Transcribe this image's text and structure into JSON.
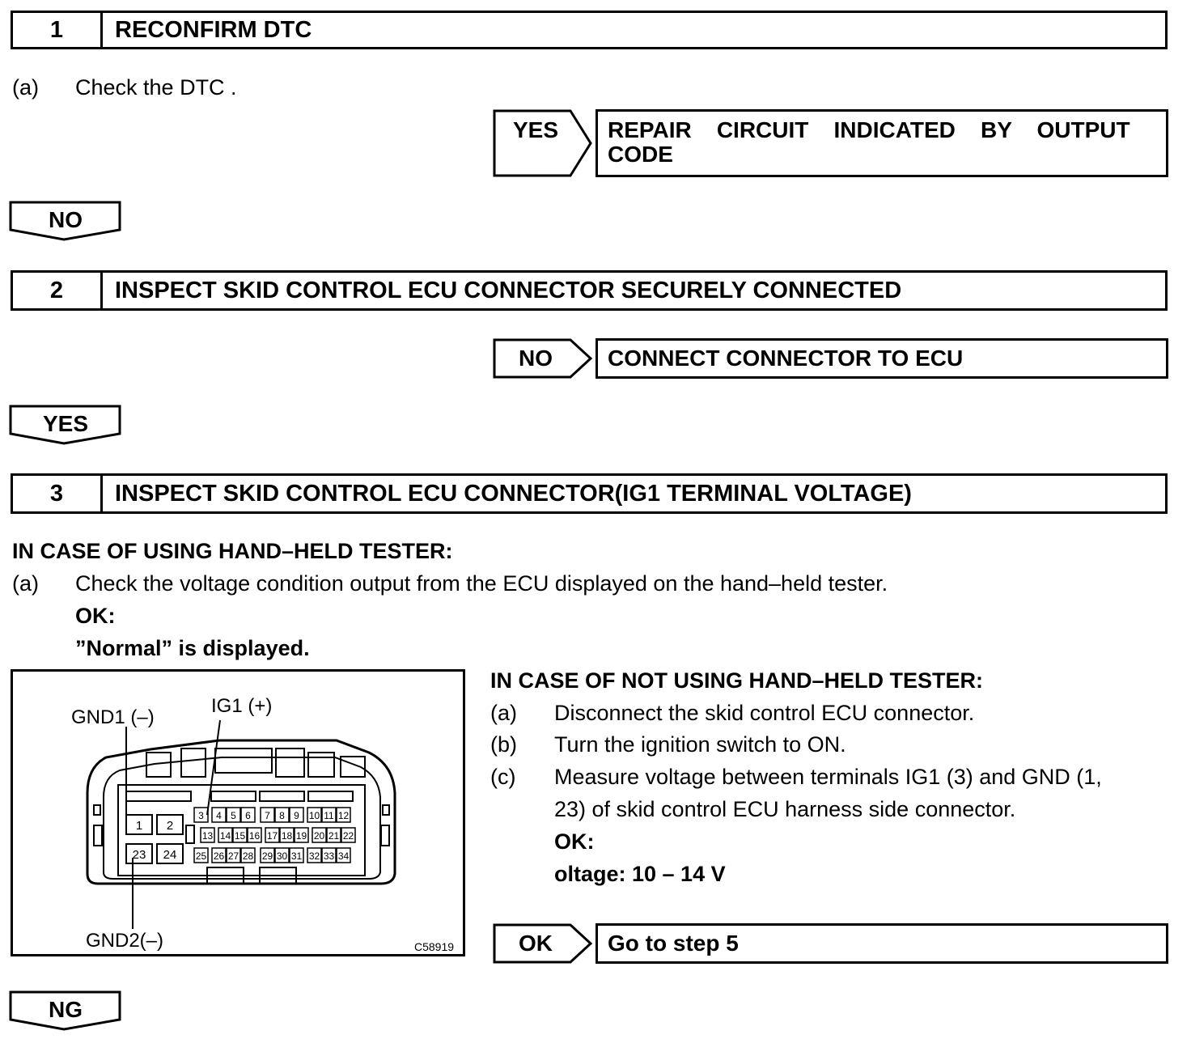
{
  "step1": {
    "number": "1",
    "title": "RECONFIRM DTC",
    "item_a_marker": "(a)",
    "item_a_text": "Check the DTC .",
    "branch_yes_label": "YES",
    "branch_yes_result_line1": "REPAIR    CIRCUIT    INDICATED    BY    OUTPUT",
    "branch_yes_result_line2": "CODE",
    "down_label": "NO"
  },
  "step2": {
    "number": "2",
    "title": "INSPECT SKID CONTROL ECU CONNECTOR SECURELY CONNECTED",
    "branch_no_label": "NO",
    "branch_no_result": "CONNECT CONNECTOR TO ECU",
    "down_label": "YES"
  },
  "step3": {
    "number": "3",
    "title": "INSPECT SKID CONTROL ECU CONNECTOR(IG1 TERMINAL VOLTAGE)",
    "tester_heading": "IN CASE OF USING HAND–HELD TESTER:",
    "tester_a_marker": "(a)",
    "tester_a_text": "Check the voltage condition output from the ECU displayed on the hand–held tester.",
    "tester_ok_label": "OK:",
    "tester_ok_value": "”Normal” is displayed.",
    "no_tester_heading": "IN CASE OF NOT USING HAND–HELD TESTER:",
    "no_tester_items": [
      {
        "marker": "(a)",
        "text": "Disconnect the skid control ECU connector."
      },
      {
        "marker": "(b)",
        "text": "Turn the ignition switch to ON."
      },
      {
        "marker": "(c)",
        "text": "Measure voltage between terminals IG1 (3) and GND (1,"
      },
      {
        "marker": "",
        "text": "23) of skid control ECU harness side connector."
      }
    ],
    "no_tester_ok_label": "OK:",
    "no_tester_ok_value": "oltage: 10 – 14 V",
    "branch_ok_label": "OK",
    "branch_ok_result": "Go to step 5",
    "down_label": "NG"
  },
  "diagram": {
    "label_gnd1": "GND1 (–)",
    "label_ig1": "IG1 (+)",
    "label_gnd2": "GND2(–)",
    "figure_code": "C58919",
    "pins": {
      "p1": "1",
      "p2": "2",
      "p23": "23",
      "p24": "24",
      "p3": "3",
      "p4": "4",
      "p5": "5",
      "p6": "6",
      "p7": "7",
      "p8": "8",
      "p9": "9",
      "p10": "10",
      "p11": "11",
      "p12": "12",
      "p13": "13",
      "p14": "14",
      "p15": "15",
      "p16": "16",
      "p17": "17",
      "p18": "18",
      "p19": "19",
      "p20": "20",
      "p21": "21",
      "p22": "22",
      "p25": "25",
      "p26": "26",
      "p27": "27",
      "p28": "28",
      "p29": "29",
      "p30": "30",
      "p31": "31",
      "p32": "32",
      "p33": "33",
      "p34": "34"
    }
  }
}
